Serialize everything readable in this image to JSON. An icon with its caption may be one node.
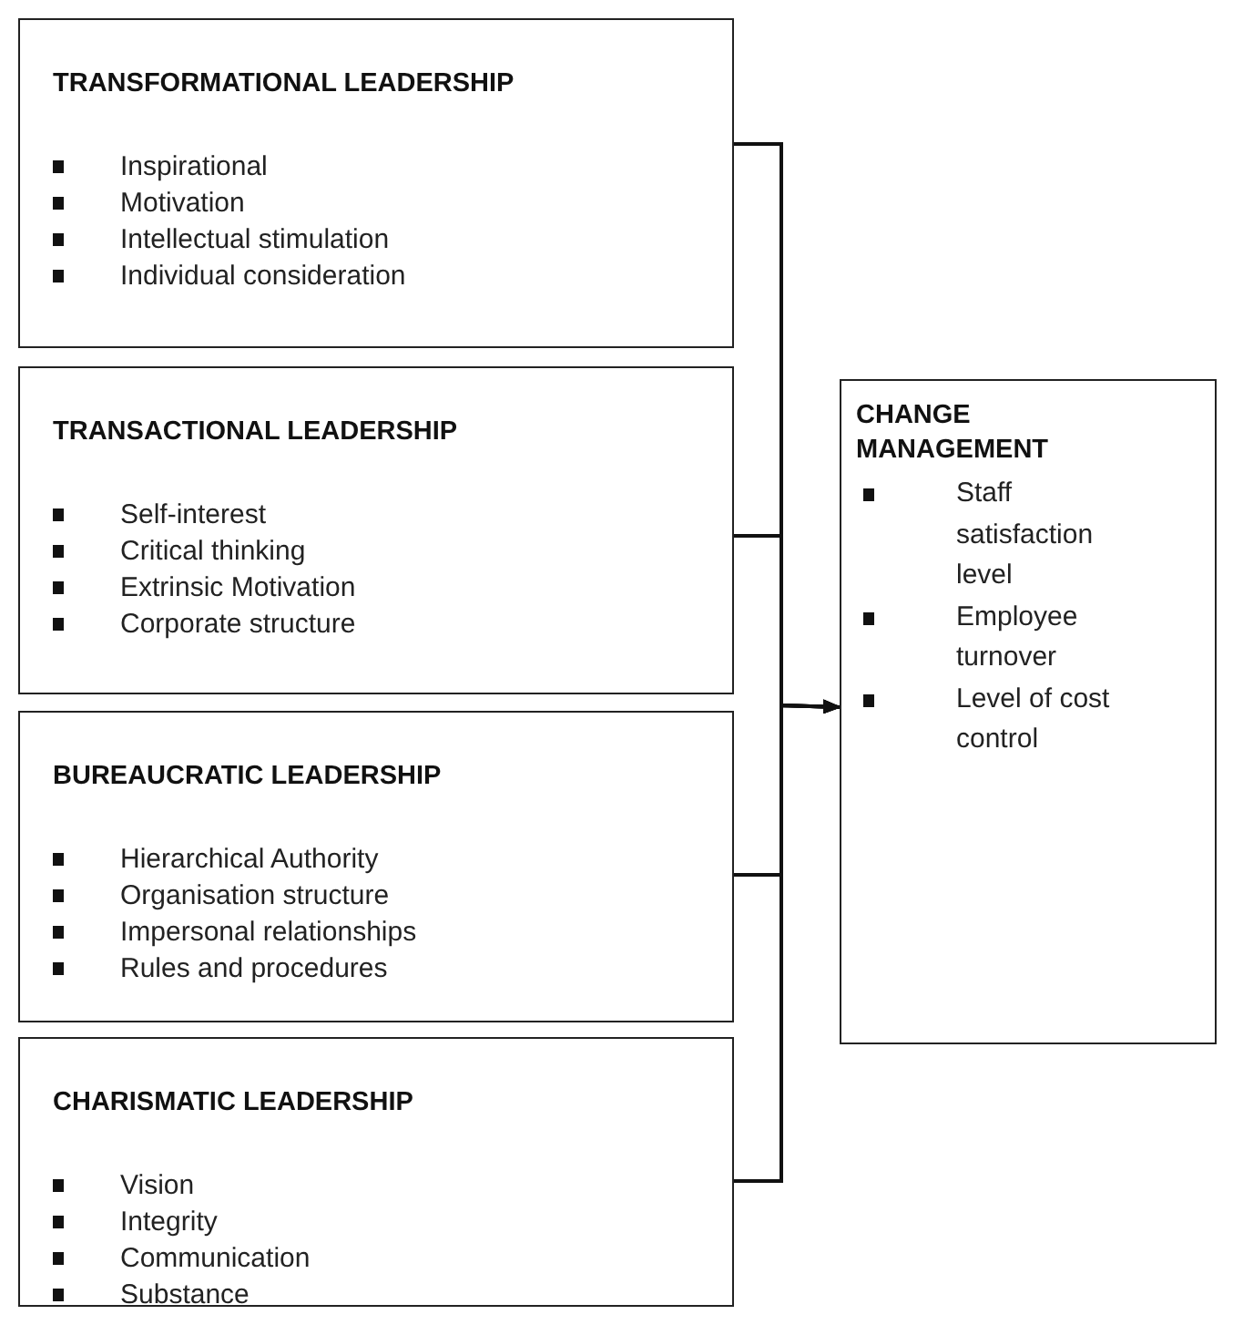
{
  "diagram": {
    "nodes": [
      {
        "text": [
          "TRANSFORMATIONAL LEADERSHIP",
          "Inspirational",
          "Motivation",
          "Intellectual stimulation",
          "Individual consideration"
        ]
      },
      {
        "text": [
          "TRANSACTIONAL LEADERSHIP",
          "Self-interest",
          "Critical thinking",
          "Extrinsic Motivation",
          "Corporate structure"
        ]
      },
      {
        "text": [
          "BUREAUCRATIC LEADERSHIP",
          "Hierarchical Authority",
          "Organisation structure",
          "Impersonal relationships",
          "Rules and procedures"
        ]
      },
      {
        "text": [
          "CHARISMATIC LEADERSHIP",
          "Vision",
          "Integrity",
          "Communication",
          "Substance"
        ]
      },
      {
        "text": [
          "CHANGE MANAGEMENT",
          "Staff satisfaction level",
          "Employee turnover",
          "Level of cost control"
        ]
      }
    ],
    "edges": [
      {
        "from": 0,
        "to": 4,
        "arrow": "to"
      },
      {
        "from": 1,
        "to": 4,
        "arrow": "to"
      },
      {
        "from": 2,
        "to": 4,
        "arrow": "to"
      },
      {
        "from": 3,
        "to": 4,
        "arrow": "to"
      }
    ]
  }
}
